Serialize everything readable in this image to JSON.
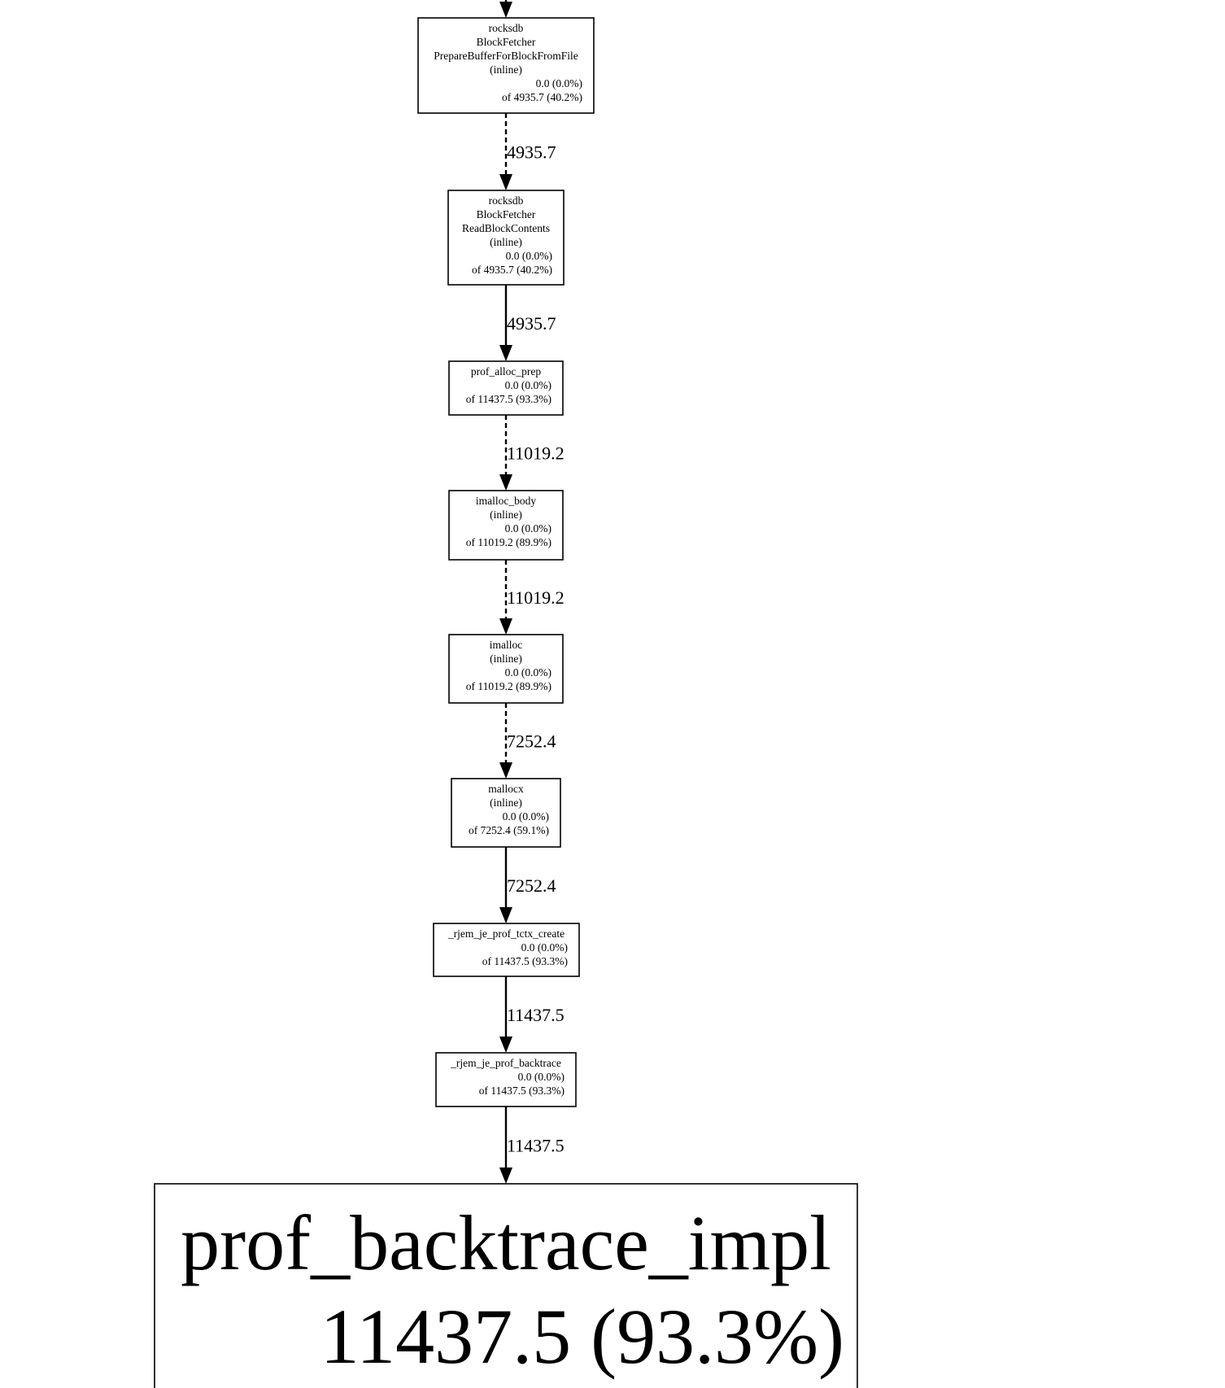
{
  "nodes": [
    {
      "id": "n1",
      "name": [
        "rocksdb",
        "BlockFetcher",
        "PrepareBufferForBlockFromFile",
        "(inline)"
      ],
      "flat": "0.0 (0.0%)",
      "cum": "of 4935.7 (40.2%)"
    },
    {
      "id": "n2",
      "name": [
        "rocksdb",
        "BlockFetcher",
        "ReadBlockContents",
        "(inline)"
      ],
      "flat": "0.0 (0.0%)",
      "cum": "of 4935.7 (40.2%)"
    },
    {
      "id": "n3",
      "name": [
        "prof_alloc_prep"
      ],
      "flat": "0.0 (0.0%)",
      "cum": "of 11437.5 (93.3%)"
    },
    {
      "id": "n4",
      "name": [
        "imalloc_body",
        "(inline)"
      ],
      "flat": "0.0 (0.0%)",
      "cum": "of 11019.2 (89.9%)"
    },
    {
      "id": "n5",
      "name": [
        "imalloc",
        "(inline)"
      ],
      "flat": "0.0 (0.0%)",
      "cum": "of 11019.2 (89.9%)"
    },
    {
      "id": "n6",
      "name": [
        "mallocx",
        "(inline)"
      ],
      "flat": "0.0 (0.0%)",
      "cum": "of 7252.4 (59.1%)"
    },
    {
      "id": "n7",
      "name": [
        "_rjem_je_prof_tctx_create"
      ],
      "flat": "0.0 (0.0%)",
      "cum": "of 11437.5 (93.3%)"
    },
    {
      "id": "n8",
      "name": [
        "_rjem_je_prof_backtrace"
      ],
      "flat": "0.0 (0.0%)",
      "cum": "of 11437.5 (93.3%)"
    },
    {
      "id": "n9",
      "name": [
        "prof_backtrace_impl"
      ],
      "flat": "11437.5 (93.3%)",
      "cum": ""
    }
  ],
  "edges": [
    {
      "from": "n1",
      "to": "n2",
      "label": "4935.7",
      "style": "dashed"
    },
    {
      "from": "n2",
      "to": "n3",
      "label": "4935.7",
      "style": "solid"
    },
    {
      "from": "n3",
      "to": "n4",
      "label": "11019.2",
      "style": "dashed"
    },
    {
      "from": "n4",
      "to": "n5",
      "label": "11019.2",
      "style": "dashed"
    },
    {
      "from": "n5",
      "to": "n6",
      "label": "7252.4",
      "style": "dashed"
    },
    {
      "from": "n6",
      "to": "n7",
      "label": "7252.4",
      "style": "solid"
    },
    {
      "from": "n7",
      "to": "n8",
      "label": "11437.5",
      "style": "solid"
    },
    {
      "from": "n8",
      "to": "n9",
      "label": "11437.5",
      "style": "solid"
    }
  ]
}
